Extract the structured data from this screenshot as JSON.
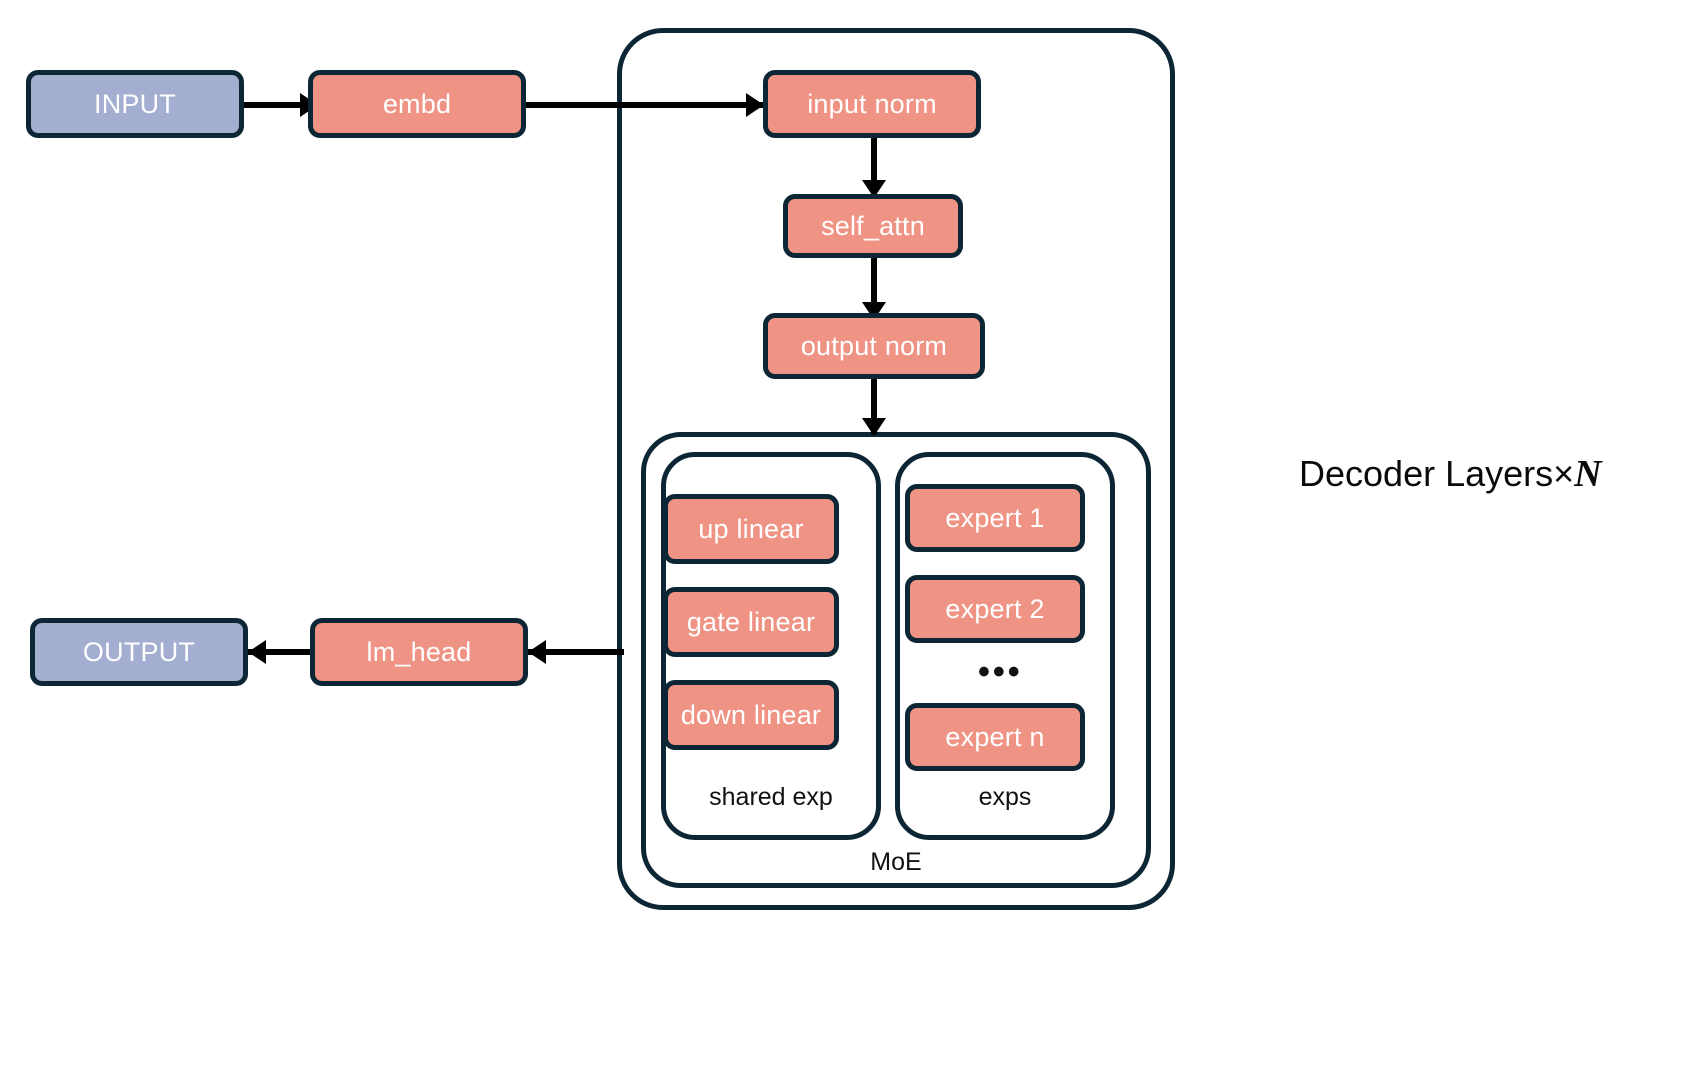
{
  "diagram": {
    "title_label": "Decoder Layers×",
    "repeat_symbol": "N",
    "colors": {
      "stroke": "#0d2635",
      "salmon": "#ef9385",
      "violet": "#a3aed0",
      "arrow": "#000000",
      "background": "#ffffff",
      "text_on_node": "#ffffff",
      "caption_text": "#111111"
    },
    "io": {
      "input_label": "INPUT",
      "embd_label": "embd",
      "output_label": "OUTPUT",
      "lm_head_label": "lm_head"
    },
    "decoder": {
      "blocks": [
        {
          "label": "input norm"
        },
        {
          "label": "self_attn"
        },
        {
          "label": "output norm"
        }
      ],
      "moe": {
        "label": "MoE",
        "shared_expert": {
          "label": "shared exp",
          "layers": [
            {
              "label": "up linear"
            },
            {
              "label": "gate linear"
            },
            {
              "label": "down linear"
            }
          ]
        },
        "experts": {
          "label": "exps",
          "items": [
            {
              "label": "expert 1"
            },
            {
              "label": "expert 2"
            },
            {
              "label": "expert n"
            }
          ],
          "ellipsis": "•••"
        }
      }
    }
  }
}
